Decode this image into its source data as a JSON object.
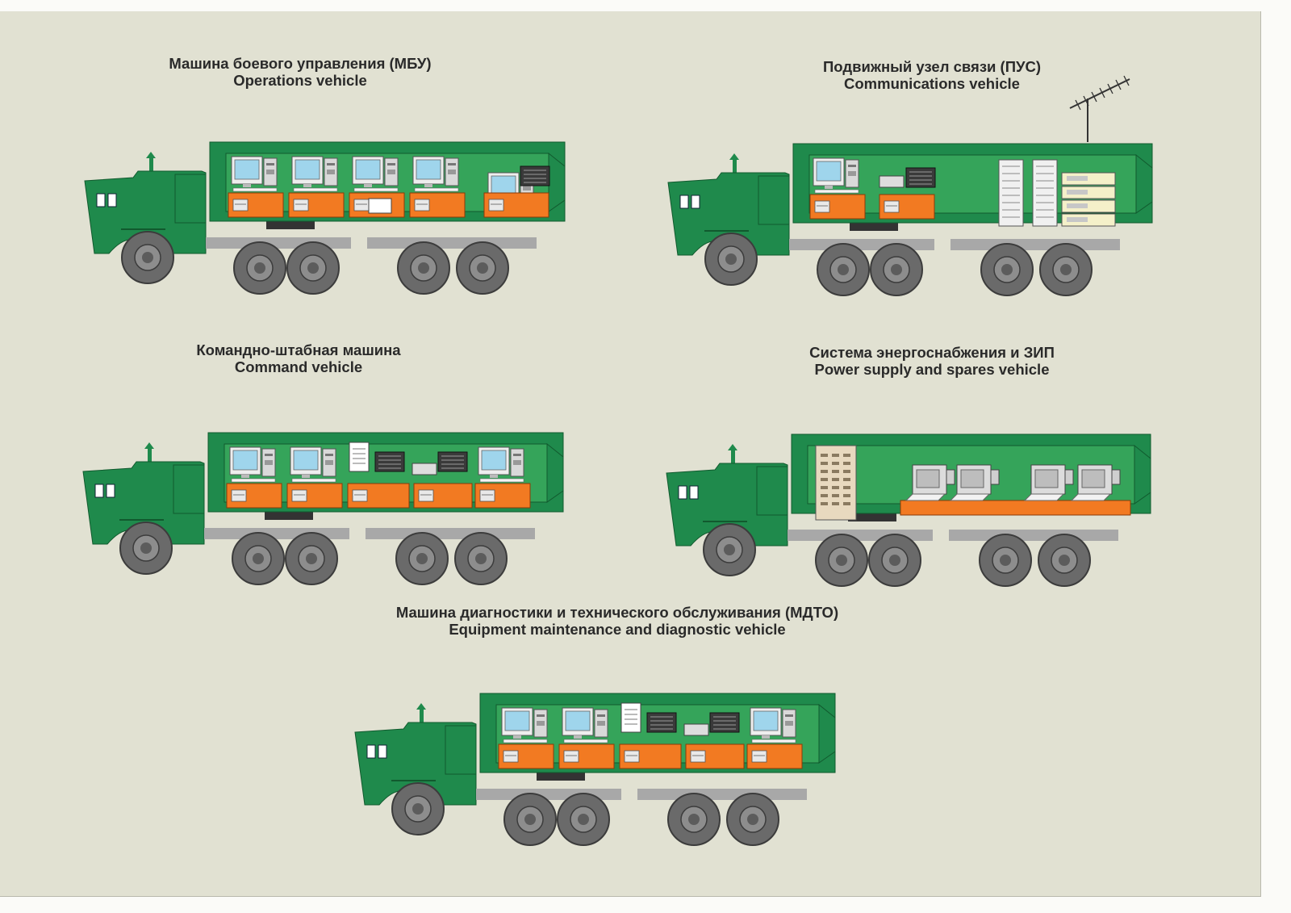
{
  "vehicles": [
    {
      "title_ru": "Машина боевого управления (МБУ)",
      "title_en": "Operations vehicle",
      "equipment": [
        "workstation",
        "workstation",
        "printer-cabinet",
        "workstation",
        "radio-desk"
      ]
    },
    {
      "title_ru": "Подвижный узел связи (ПУС)",
      "title_en": "Communications vehicle",
      "equipment": [
        "workstation",
        "radio-desk",
        "equipment-racks",
        "switch-units"
      ]
    },
    {
      "title_ru": "Командно-штабная машина",
      "title_en": "Command vehicle",
      "equipment": [
        "workstation",
        "workstation",
        "document-cabinet",
        "radio-desk",
        "workstation"
      ]
    },
    {
      "title_ru": "Система энергоснабжения и ЗИП",
      "title_en": "Power supply and spares vehicle",
      "equipment": [
        "power-cabinet",
        "generator",
        "generator",
        "generator",
        "generator"
      ]
    },
    {
      "title_ru": "Машина диагностики и технического обслуживания (МДТО)",
      "title_en": "Equipment maintenance and diagnostic vehicle",
      "equipment": [
        "workstation",
        "workstation",
        "document-cabinet",
        "radio-desk",
        "workstation"
      ]
    }
  ],
  "colors": {
    "background": "#e1e1d2",
    "body_green": "#1f8a4c",
    "cargo_interior": "#35a45a",
    "desk_orange": "#f27a22",
    "chassis_gray": "#a8a8a8",
    "wheel_gray": "#6a6a6a"
  }
}
